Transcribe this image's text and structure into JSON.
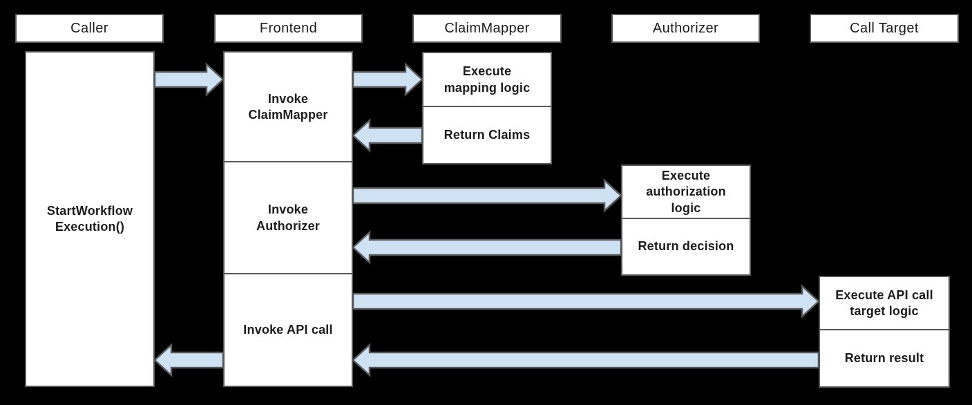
{
  "colors": {
    "background": "#000000",
    "box_fill": "#ffffff",
    "box_border": "#595959",
    "arrow_fill": "#cfe2f3",
    "arrow_outline": "#595959",
    "text": "#1c1c1c"
  },
  "actors": [
    {
      "id": "caller",
      "label": "Caller"
    },
    {
      "id": "frontend",
      "label": "Frontend"
    },
    {
      "id": "claim_mapper",
      "label": "ClaimMapper"
    },
    {
      "id": "authorizer",
      "label": "Authorizer"
    },
    {
      "id": "call_target",
      "label": "Call Target"
    }
  ],
  "columns": {
    "caller": {
      "boxes": [
        "StartWorkflow\nExecution()"
      ]
    },
    "frontend": {
      "boxes": [
        "Invoke\nClaimMapper",
        "Invoke\nAuthorizer",
        "Invoke API call"
      ]
    },
    "claim_mapper": {
      "boxes": [
        "Execute\nmapping logic",
        "Return Claims"
      ]
    },
    "authorizer": {
      "boxes": [
        "Execute\nauthorization\nlogic",
        "Return decision"
      ]
    },
    "call_target": {
      "boxes": [
        "Execute API call\ntarget logic",
        "Return result"
      ]
    }
  },
  "arrows": [
    {
      "from": "Caller",
      "to": "Frontend",
      "direction": "right"
    },
    {
      "from": "Frontend",
      "to": "ClaimMapper",
      "direction": "right"
    },
    {
      "from": "ClaimMapper",
      "to": "Frontend",
      "direction": "left"
    },
    {
      "from": "Frontend",
      "to": "Authorizer",
      "direction": "right"
    },
    {
      "from": "Authorizer",
      "to": "Frontend",
      "direction": "left"
    },
    {
      "from": "Frontend",
      "to": "Call Target",
      "direction": "right"
    },
    {
      "from": "Call Target",
      "to": "Frontend",
      "direction": "left"
    },
    {
      "from": "Frontend",
      "to": "Caller",
      "direction": "left"
    }
  ]
}
